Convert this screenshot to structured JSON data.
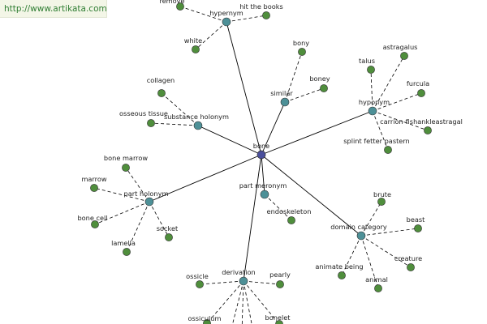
{
  "source_url": "http://www.artikata.com",
  "colors": {
    "center_node": "#4a4f9c",
    "relation_node": "#4d9097",
    "leaf_node": "#4f8e3c",
    "node_stroke": "#333333",
    "edge": "#000000",
    "url_text": "#2e7d32",
    "url_background": "#f3f6e7"
  },
  "graph": {
    "center": {
      "id": "bone",
      "label": "bone"
    },
    "relations": [
      {
        "id": "hypernym",
        "label": "hypernym",
        "leaves": [
          "remove",
          "hit the books",
          "white"
        ]
      },
      {
        "id": "similar",
        "label": "similar",
        "leaves": [
          "bony",
          "boney"
        ]
      },
      {
        "id": "hyponym",
        "label": "hyponym",
        "leaves": [
          "talus",
          "astragalus",
          "furcula",
          "carrion-fishankleastragal",
          "splint fetter pastern"
        ]
      },
      {
        "id": "substance-holonym",
        "label": "substance holonym",
        "leaves": [
          "collagen",
          "osseous tissue"
        ]
      },
      {
        "id": "part-holonym",
        "label": "part holonym",
        "leaves": [
          "bone marrow",
          "marrow",
          "bone cell",
          "lamella",
          "socket"
        ]
      },
      {
        "id": "part-meronym",
        "label": "part meronym",
        "leaves": [
          "endoskeleton"
        ]
      },
      {
        "id": "domain-category",
        "label": "domain category",
        "leaves": [
          "brute",
          "beast",
          "creature",
          "animal",
          "animate being"
        ]
      },
      {
        "id": "derivation",
        "label": "derivation",
        "leaves": [
          "ossicle",
          "pearly",
          "ossiculum",
          "bonelet"
        ]
      }
    ]
  }
}
